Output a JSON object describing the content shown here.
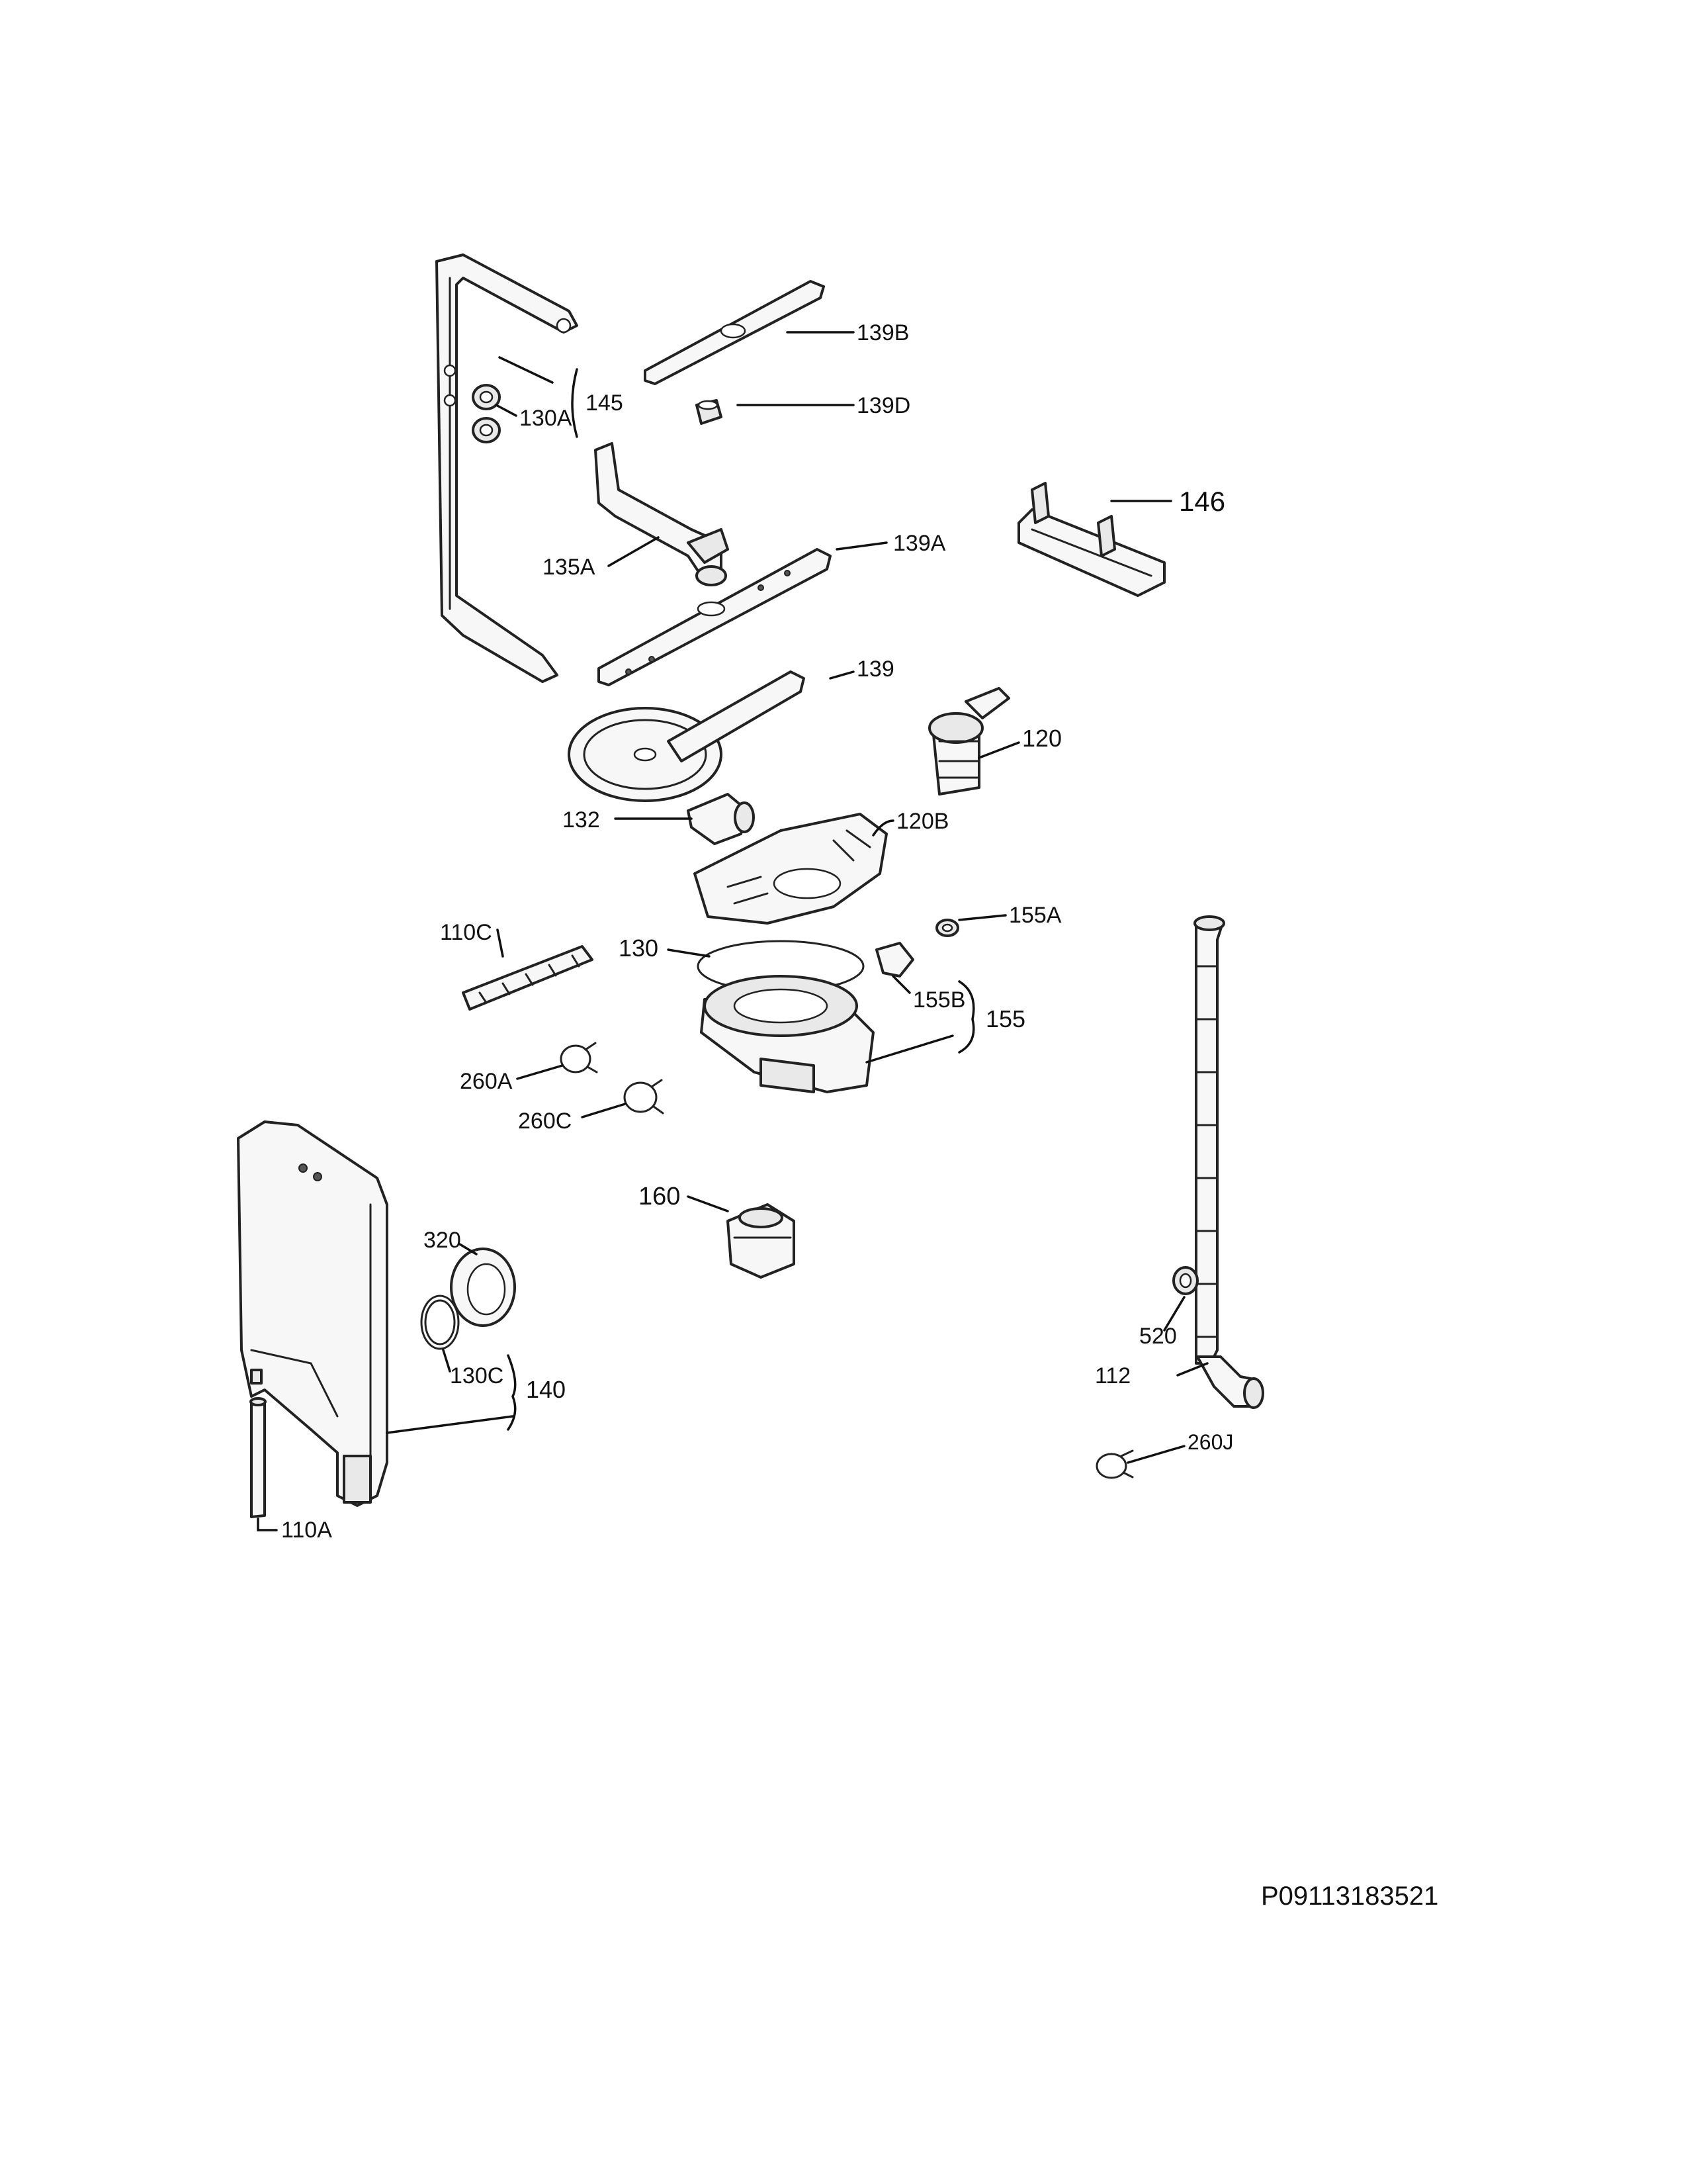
{
  "diagram": {
    "labels": {
      "l_145": "145",
      "l_130A": "130A",
      "l_139B": "139B",
      "l_139D": "139D",
      "l_146": "146",
      "l_135A": "135A",
      "l_139A": "139A",
      "l_139": "139",
      "l_120": "120",
      "l_132": "132",
      "l_120B": "120B",
      "l_155A": "155A",
      "l_110C": "110C",
      "l_130": "130",
      "l_155B": "155B",
      "l_155": "155",
      "l_260A": "260A",
      "l_260C": "260C",
      "l_160": "160",
      "l_320": "320",
      "l_130C": "130C",
      "l_140": "140",
      "l_520": "520",
      "l_112": "112",
      "l_260J": "260J",
      "l_110A": "110A"
    },
    "reference_number": "P09113183521"
  }
}
